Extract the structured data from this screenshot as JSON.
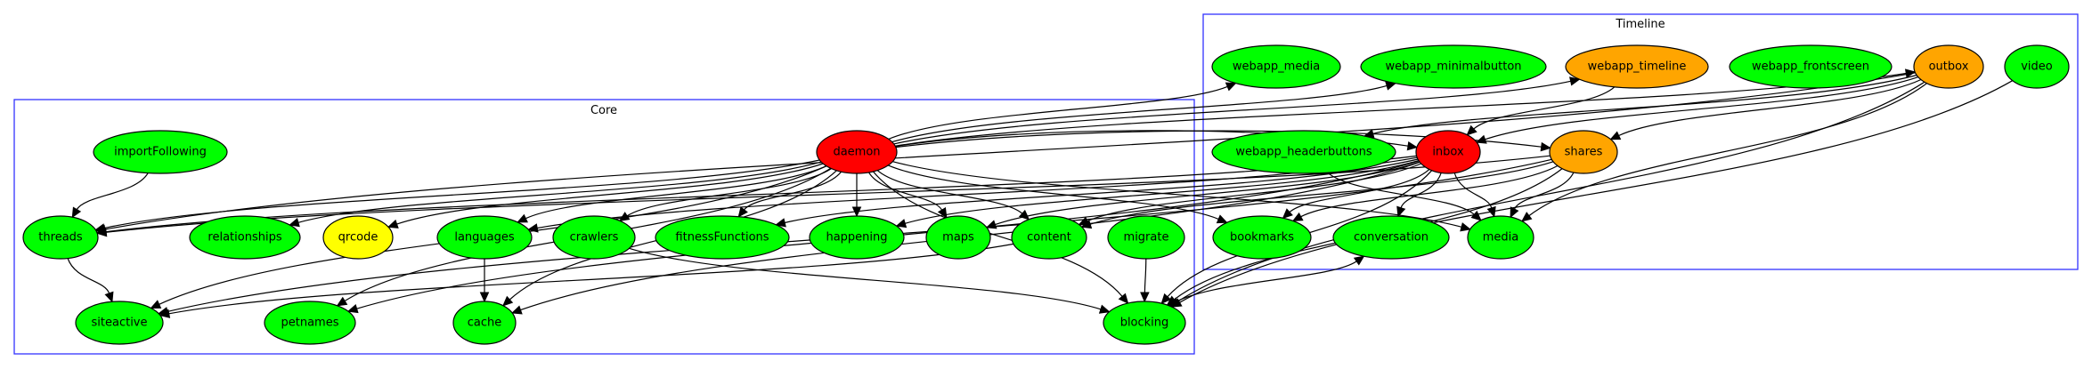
{
  "colors": {
    "green": "#00ff00",
    "red": "#ff0000",
    "orange": "#ffa500",
    "yellow": "#ffff00",
    "cluster_border": "#3333ff"
  },
  "clusters": [
    {
      "id": "core",
      "label": "Core"
    },
    {
      "id": "timeline",
      "label": "Timeline"
    }
  ],
  "nodes": [
    {
      "id": "importFollowing",
      "label": "importFollowing",
      "cluster": "core",
      "color": "green"
    },
    {
      "id": "daemon",
      "label": "daemon",
      "cluster": "core",
      "color": "red"
    },
    {
      "id": "threads",
      "label": "threads",
      "cluster": "core",
      "color": "green"
    },
    {
      "id": "relationships",
      "label": "relationships",
      "cluster": "core",
      "color": "green"
    },
    {
      "id": "qrcode",
      "label": "qrcode",
      "cluster": "core",
      "color": "yellow"
    },
    {
      "id": "languages",
      "label": "languages",
      "cluster": "core",
      "color": "green"
    },
    {
      "id": "crawlers",
      "label": "crawlers",
      "cluster": "core",
      "color": "green"
    },
    {
      "id": "fitnessFunctions",
      "label": "fitnessFunctions",
      "cluster": "core",
      "color": "green"
    },
    {
      "id": "happening",
      "label": "happening",
      "cluster": "core",
      "color": "green"
    },
    {
      "id": "maps",
      "label": "maps",
      "cluster": "core",
      "color": "green"
    },
    {
      "id": "content",
      "label": "content",
      "cluster": "core",
      "color": "green"
    },
    {
      "id": "migrate",
      "label": "migrate",
      "cluster": "core",
      "color": "green"
    },
    {
      "id": "siteactive",
      "label": "siteactive",
      "cluster": "core",
      "color": "green"
    },
    {
      "id": "petnames",
      "label": "petnames",
      "cluster": "core",
      "color": "green"
    },
    {
      "id": "cache",
      "label": "cache",
      "cluster": "core",
      "color": "green"
    },
    {
      "id": "blocking",
      "label": "blocking",
      "cluster": "core",
      "color": "green"
    },
    {
      "id": "webapp_media",
      "label": "webapp_media",
      "cluster": "timeline",
      "color": "green"
    },
    {
      "id": "webapp_minimalbutton",
      "label": "webapp_minimalbutton",
      "cluster": "timeline",
      "color": "green"
    },
    {
      "id": "webapp_timeline",
      "label": "webapp_timeline",
      "cluster": "timeline",
      "color": "orange"
    },
    {
      "id": "webapp_frontscreen",
      "label": "webapp_frontscreen",
      "cluster": "timeline",
      "color": "green"
    },
    {
      "id": "outbox",
      "label": "outbox",
      "cluster": "timeline",
      "color": "orange"
    },
    {
      "id": "video",
      "label": "video",
      "cluster": "timeline",
      "color": "green"
    },
    {
      "id": "webapp_headerbuttons",
      "label": "webapp_headerbuttons",
      "cluster": "timeline",
      "color": "green"
    },
    {
      "id": "inbox",
      "label": "inbox",
      "cluster": "timeline",
      "color": "red"
    },
    {
      "id": "shares",
      "label": "shares",
      "cluster": "timeline",
      "color": "orange"
    },
    {
      "id": "bookmarks",
      "label": "bookmarks",
      "cluster": "timeline",
      "color": "green"
    },
    {
      "id": "conversation",
      "label": "conversation",
      "cluster": "timeline",
      "color": "green"
    },
    {
      "id": "media",
      "label": "media",
      "cluster": "timeline",
      "color": "green"
    }
  ],
  "edges": [
    [
      "importFollowing",
      "threads"
    ],
    [
      "threads",
      "siteactive"
    ],
    [
      "languages",
      "cache"
    ],
    [
      "crawlers",
      "blocking"
    ],
    [
      "content",
      "siteactive"
    ],
    [
      "migrate",
      "blocking"
    ],
    [
      "blocking",
      "conversation"
    ],
    [
      "daemon",
      "threads"
    ],
    [
      "daemon",
      "siteactive"
    ],
    [
      "daemon",
      "petnames"
    ],
    [
      "daemon",
      "cache"
    ],
    [
      "daemon",
      "relationships"
    ],
    [
      "daemon",
      "qrcode"
    ],
    [
      "daemon",
      "languages"
    ],
    [
      "daemon",
      "crawlers"
    ],
    [
      "daemon",
      "fitnessFunctions"
    ],
    [
      "daemon",
      "happening"
    ],
    [
      "daemon",
      "maps"
    ],
    [
      "daemon",
      "content"
    ],
    [
      "daemon",
      "bookmarks"
    ],
    [
      "daemon",
      "media"
    ],
    [
      "daemon",
      "blocking"
    ],
    [
      "daemon",
      "webapp_media"
    ],
    [
      "daemon",
      "webapp_minimalbutton"
    ],
    [
      "daemon",
      "webapp_timeline"
    ],
    [
      "daemon",
      "outbox"
    ],
    [
      "daemon",
      "inbox"
    ],
    [
      "daemon",
      "shares"
    ],
    [
      "inbox",
      "threads"
    ],
    [
      "inbox",
      "languages"
    ],
    [
      "inbox",
      "happening"
    ],
    [
      "inbox",
      "maps"
    ],
    [
      "inbox",
      "content"
    ],
    [
      "inbox",
      "fitnessFunctions"
    ],
    [
      "inbox",
      "bookmarks"
    ],
    [
      "inbox",
      "conversation"
    ],
    [
      "inbox",
      "media"
    ],
    [
      "inbox",
      "blocking"
    ],
    [
      "inbox",
      "cache"
    ],
    [
      "inbox",
      "petnames"
    ],
    [
      "shares",
      "threads"
    ],
    [
      "shares",
      "content"
    ],
    [
      "shares",
      "bookmarks"
    ],
    [
      "shares",
      "media"
    ],
    [
      "shares",
      "blocking"
    ],
    [
      "shares",
      "siteactive"
    ],
    [
      "outbox",
      "threads"
    ],
    [
      "outbox",
      "inbox"
    ],
    [
      "outbox",
      "shares"
    ],
    [
      "outbox",
      "media"
    ],
    [
      "outbox",
      "webapp_headerbuttons"
    ],
    [
      "outbox",
      "blocking"
    ],
    [
      "video",
      "blocking"
    ],
    [
      "webapp_headerbuttons",
      "media"
    ],
    [
      "webapp_timeline",
      "inbox"
    ]
  ]
}
